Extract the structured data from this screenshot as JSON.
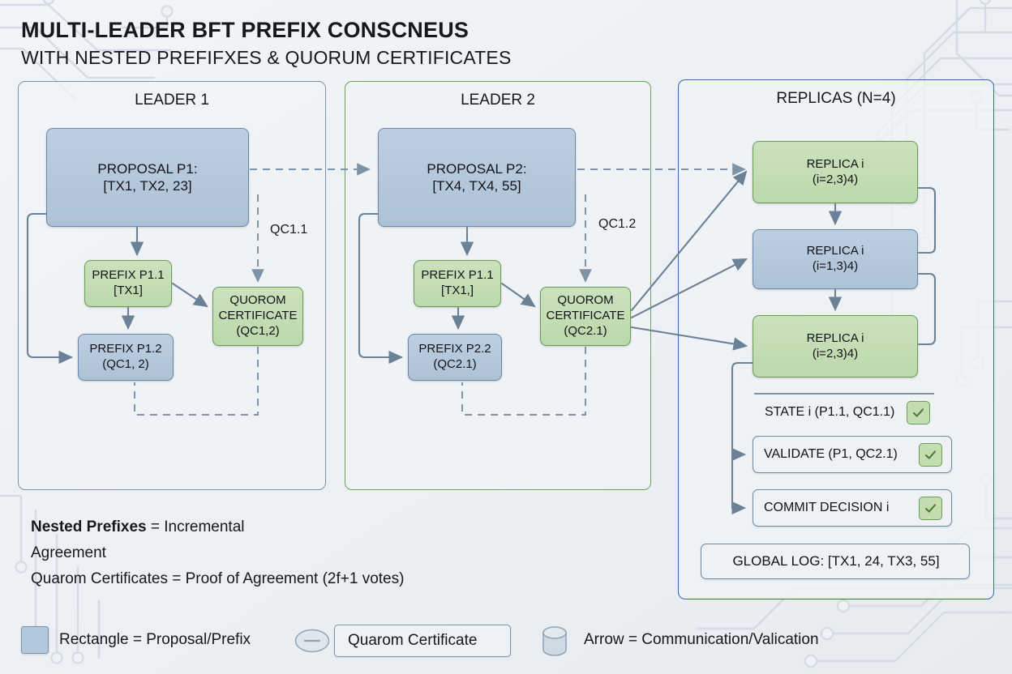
{
  "header": {
    "title": "MULTI-LEADER BFT PREFIX CONSCNEUS",
    "subtitle": "WITH NESTED PREFIFXES & QUORUM CERTIFICATES"
  },
  "panels": {
    "leader1": {
      "title": "LEADER 1",
      "proposal": {
        "line1": "PROPOSAL P1:",
        "line2": "[TX1, TX2, 23]"
      },
      "prefix_a": {
        "line1": "PREFIX P1.1",
        "line2": "[TX1]"
      },
      "prefix_b": {
        "line1": "PREFIX P1.2",
        "line2": "(QC1, 2)"
      },
      "qc": {
        "line1": "QUOROM",
        "line2": "CERTIFICATE",
        "line3": "(QC1,2)"
      },
      "qc_edge_label": "QC1.1"
    },
    "leader2": {
      "title": "LEADER 2",
      "proposal": {
        "line1": "PROPOSAL P2:",
        "line2": "[TX4, TX4, 55]"
      },
      "prefix_a": {
        "line1": "PREFIX P1.1",
        "line2": "[TX1,]"
      },
      "prefix_b": {
        "line1": "PREFIX P2.2",
        "line2": "(QC2.1)"
      },
      "qc": {
        "line1": "QUOROM",
        "line2": "CERTIFICATE",
        "line3": "(QC2.1)"
      },
      "qc_edge_label": "QC1.2"
    },
    "replicas": {
      "title": "REPLICAS (N=4)",
      "nodes": [
        {
          "line1": "REPLICA i",
          "line2": "(i=2,3)4)",
          "color": "green"
        },
        {
          "line1": "REPLICA i",
          "line2": "(i=1,3)4)",
          "color": "blue"
        },
        {
          "line1": "REPLICA i",
          "line2": "(i=2,3)4)",
          "color": "green"
        }
      ],
      "rows": [
        {
          "label": "STATE i (P1.1, QC1.1)",
          "checked": true,
          "boxed": false
        },
        {
          "label": "VALIDATE (P1, QC2.1)",
          "checked": true,
          "boxed": true
        },
        {
          "label": "COMMIT DECISION i",
          "checked": true,
          "boxed": true
        }
      ],
      "global_log": "GLOBAL LOG: [TX1, 24, TX3, 55]"
    }
  },
  "notes": {
    "line1_bold": "Nested Prefixes",
    "line1_rest": " = Incremental",
    "line2": "Agreement",
    "line3": "Quarom Certificates = Proof of Agreement (2f+1 votes)"
  },
  "legend": {
    "rectangle_label": "Rectangle = Proposal/Prefix",
    "certificate_label": "Quarom Certificate",
    "arrow_label": "Arrow = Communication/Valication"
  },
  "colors": {
    "blue_fill": "#b3c7dc",
    "blue_stroke": "#6b88a6",
    "green_fill": "#c3dcb4",
    "green_stroke": "#6a9c55",
    "panel_blue_border": "#2f68ac",
    "panel_green_border": "#66a65a",
    "panel_gray_border": "#7d93a8",
    "arrow": "#6b8196",
    "background": "#eef1f4"
  }
}
